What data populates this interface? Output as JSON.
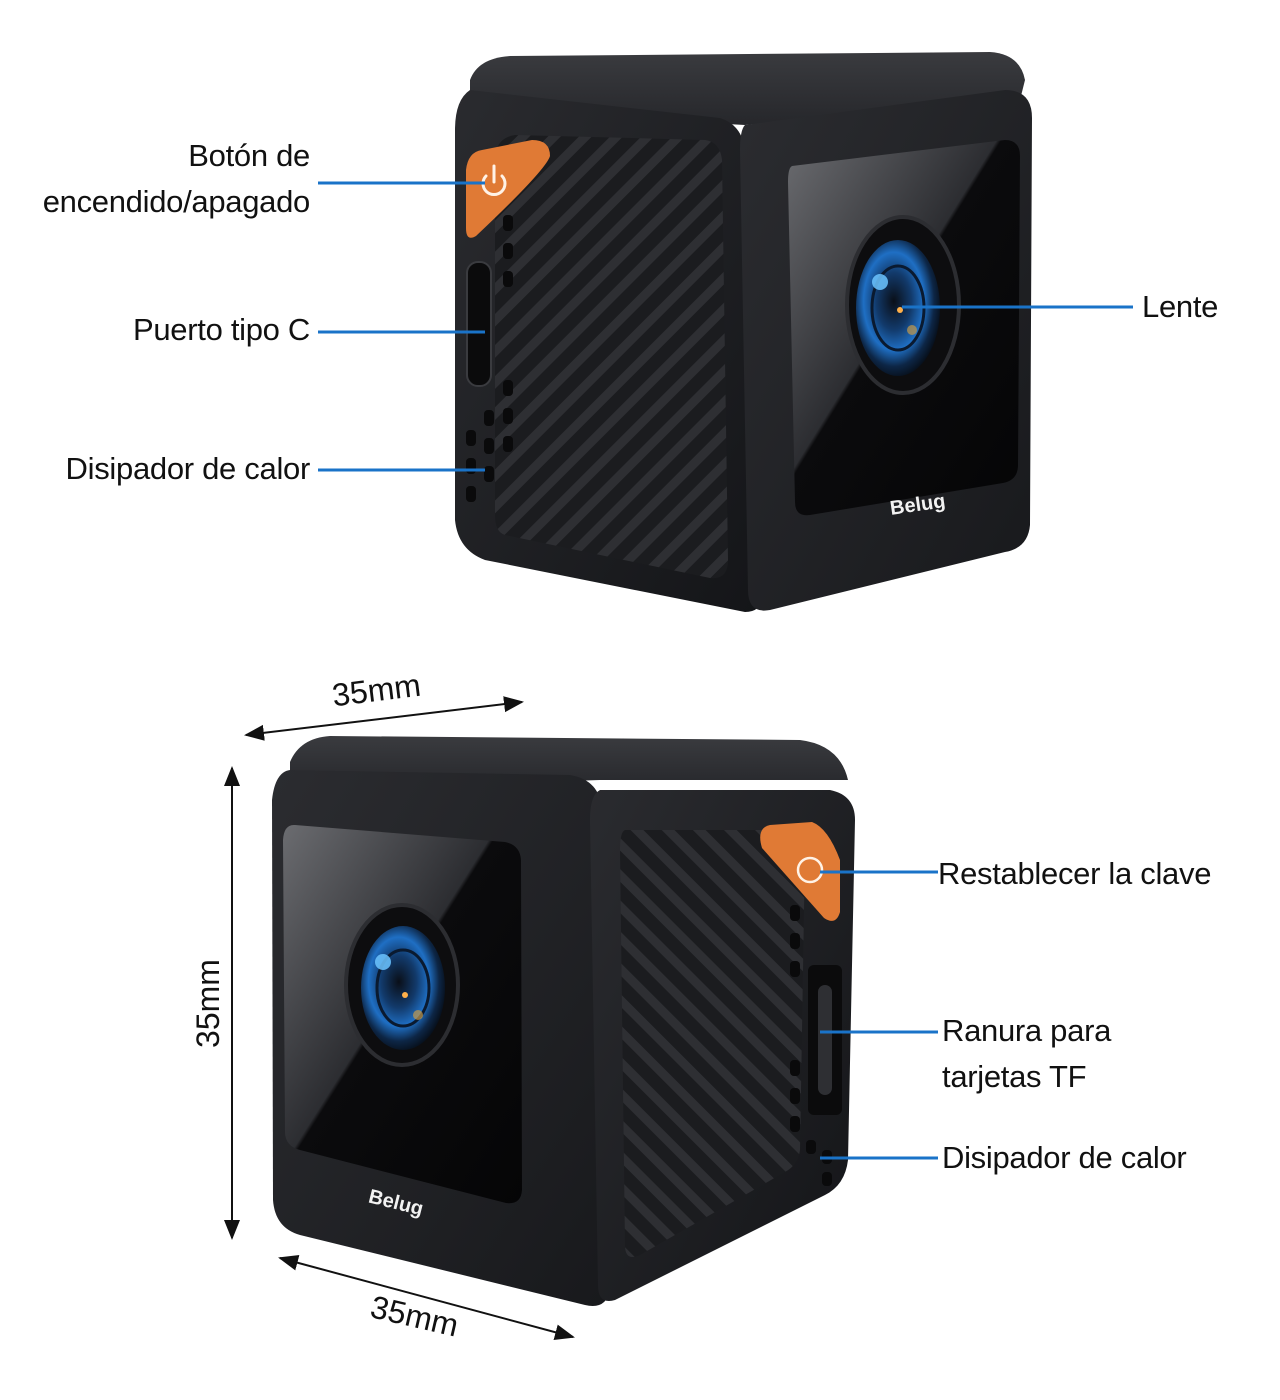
{
  "brand": "Belug",
  "colors": {
    "callout_line": "#1a73c8",
    "button_orange": "#e07a35",
    "body_dark": "#1c1d20",
    "lens_blue": "#2a8fe8"
  },
  "top_view": {
    "callouts": [
      {
        "id": "power-button",
        "text_line1": "Botón de",
        "text_line2": "encendido/apagado",
        "side": "left"
      },
      {
        "id": "usb-c-port",
        "text": "Puerto tipo C",
        "side": "left"
      },
      {
        "id": "heat-sink",
        "text": "Disipador de calor",
        "side": "left"
      },
      {
        "id": "lens",
        "text": "Lente",
        "side": "right"
      }
    ],
    "icons": {
      "power_button": "power-icon"
    }
  },
  "bottom_view": {
    "callouts": [
      {
        "id": "reset-key",
        "text": "Restablecer la clave",
        "side": "right"
      },
      {
        "id": "tf-card-slot",
        "text_line1": "Ranura para",
        "text_line2": "tarjetas TF",
        "side": "right"
      },
      {
        "id": "heat-sink",
        "text": "Disipador de calor",
        "side": "right"
      }
    ],
    "dimensions": {
      "width": "35mm",
      "height": "35mm",
      "depth": "35mm"
    },
    "icons": {
      "reset_button": "circle-icon"
    }
  }
}
